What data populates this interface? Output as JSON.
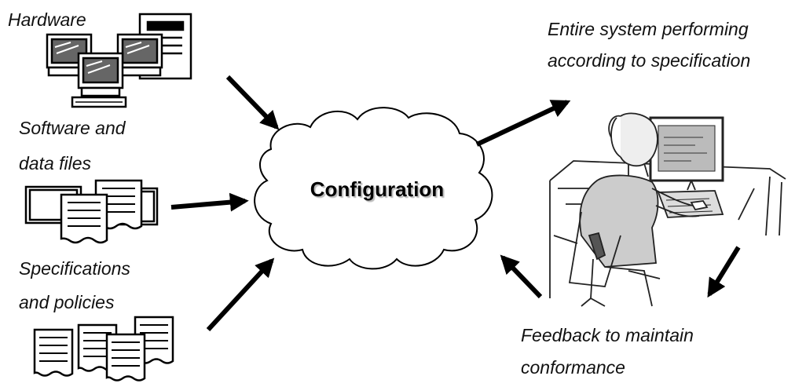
{
  "diagram": {
    "center_label": "Configuration",
    "inputs": [
      {
        "label": "Hardware",
        "icon": "computer-terminals-icon"
      },
      {
        "label_lines": [
          "Software and",
          "data files"
        ],
        "icon": "stacked-documents-icon"
      },
      {
        "label_lines": [
          "Specifications",
          "and policies"
        ],
        "icon": "policy-documents-icon"
      }
    ],
    "output": {
      "label_lines": [
        "Entire system performing",
        "according to specification"
      ],
      "icon": "person-at-computer-sketch"
    },
    "feedback": {
      "label_lines": [
        "Feedback to maintain",
        "conformance"
      ]
    }
  }
}
